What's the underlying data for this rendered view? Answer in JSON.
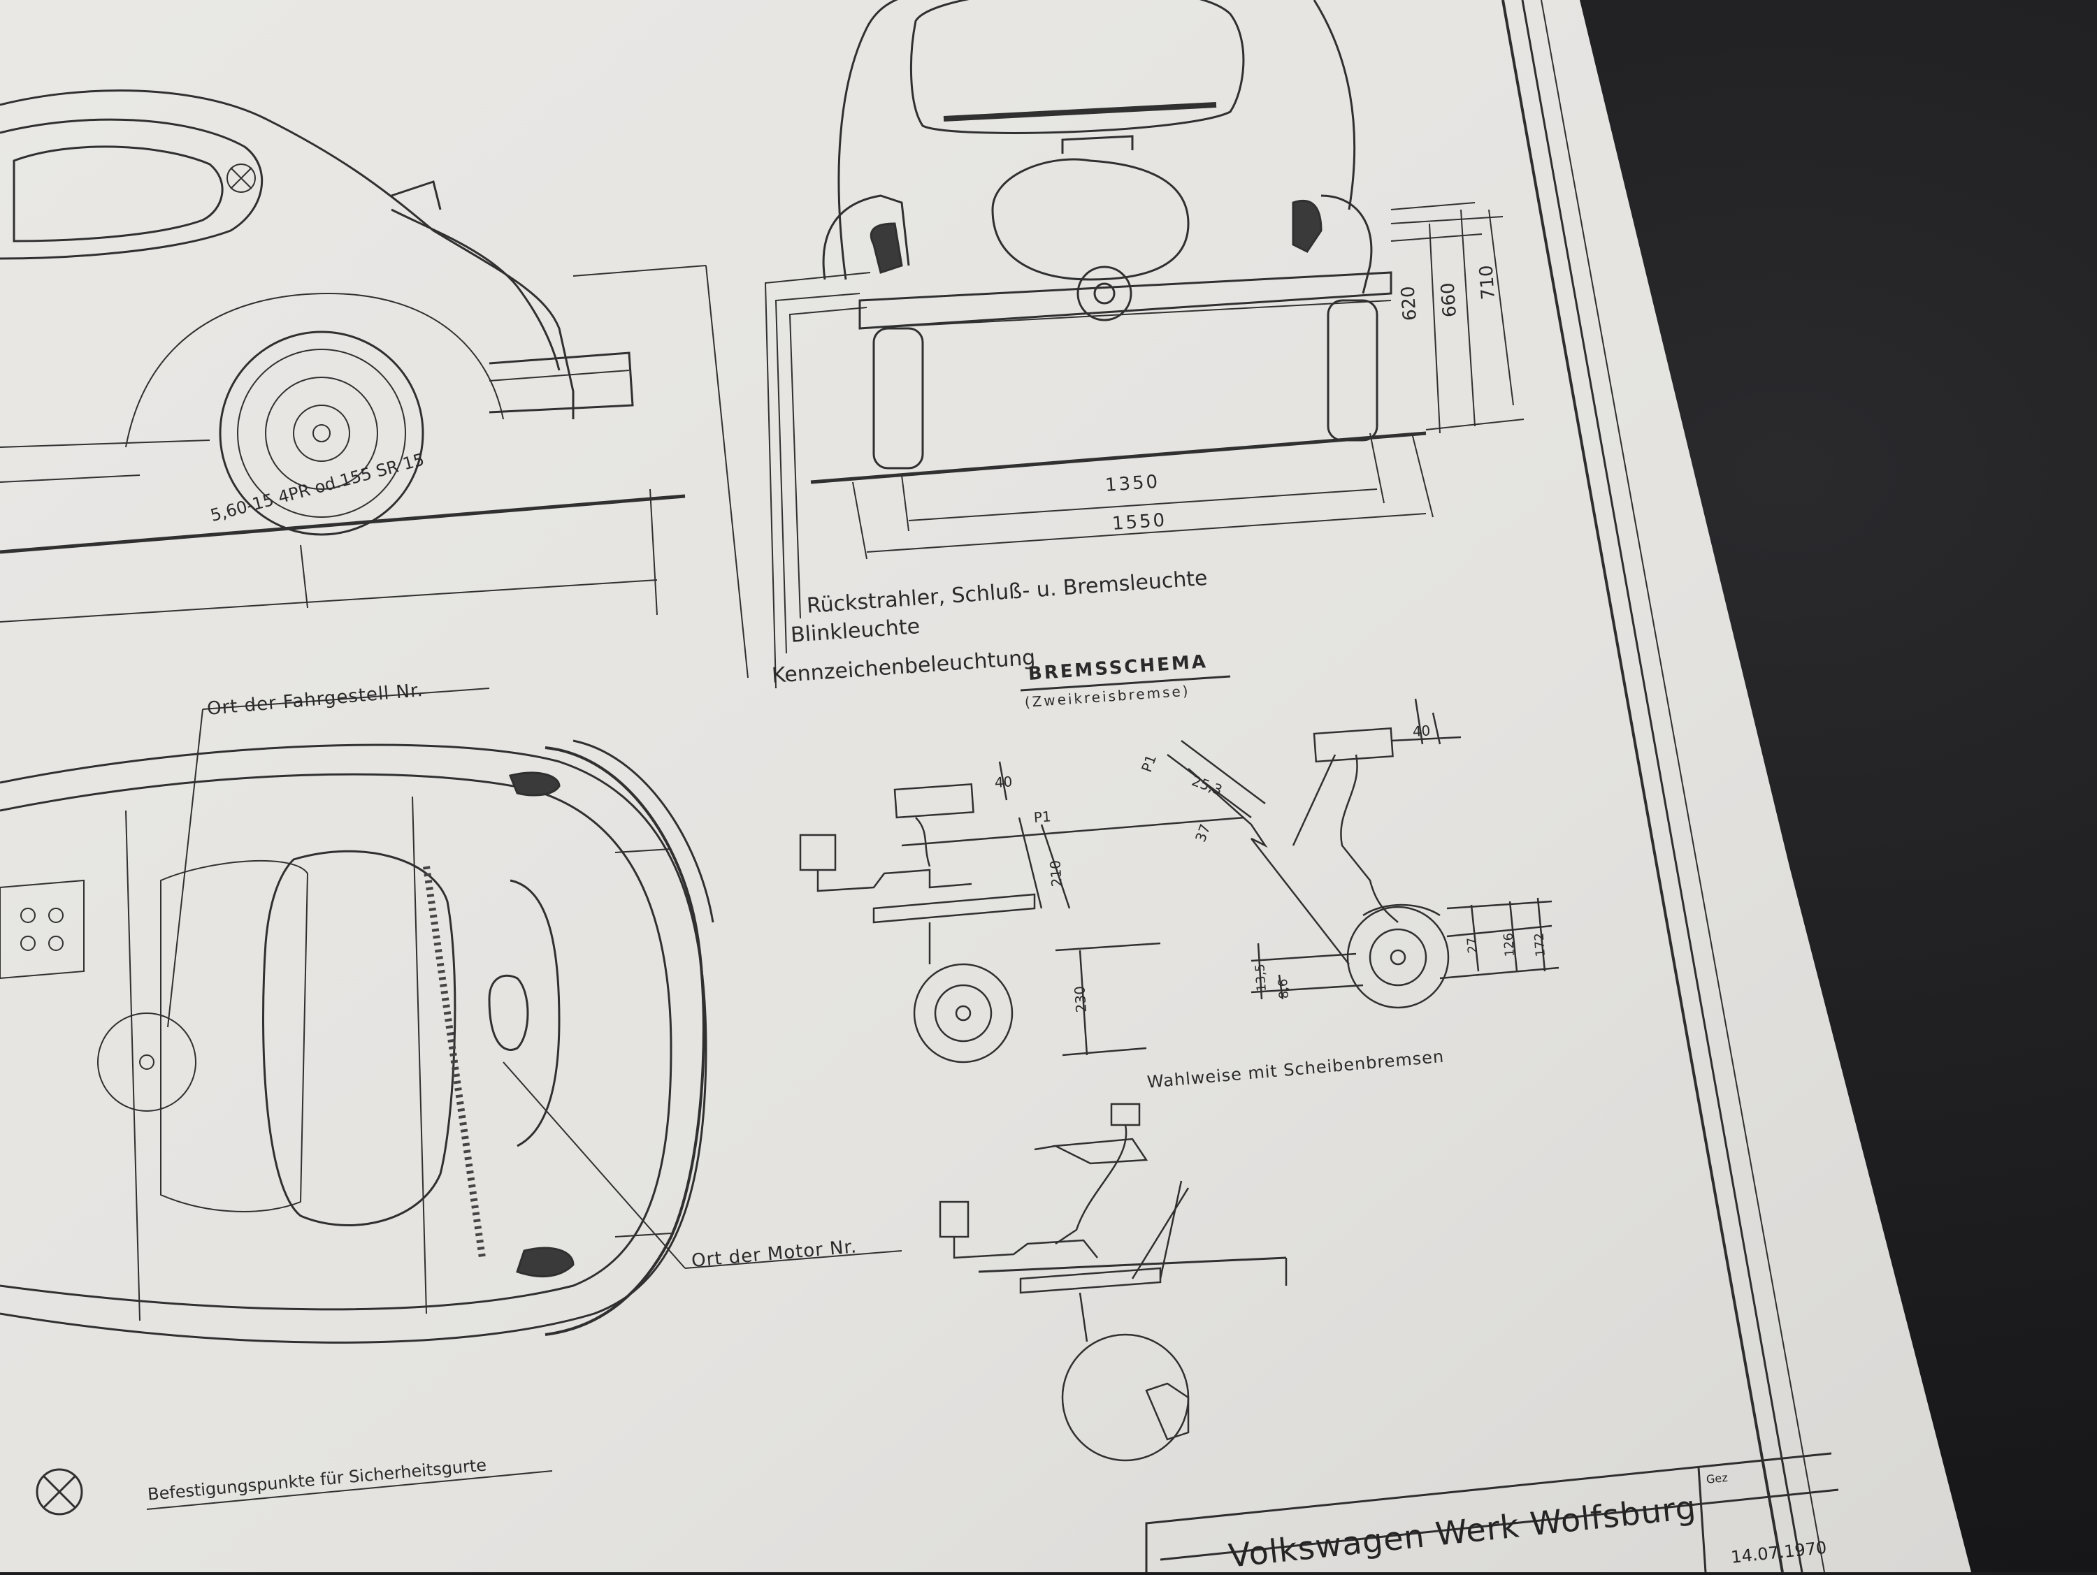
{
  "side_view": {
    "tire_label": "5,60-15 4PR od.155 SR 15"
  },
  "rear_view": {
    "dims": {
      "track_inner": "1350",
      "track_outer": "1550",
      "height_620": "620",
      "height_660": "660",
      "height_710": "710"
    },
    "callouts": {
      "reflector": "Rückstrahler, Schluß- u. Bremsleuchte",
      "indicator": "Blinkleuchte",
      "plate_light": "Kennzeichenbeleuchtung"
    }
  },
  "plan_view": {
    "chassis_no": "Ort der Fahrgestell Nr.",
    "engine_no": "Ort der Motor Nr."
  },
  "brake_schema": {
    "title": "BREMSSCHEMA",
    "subtitle": "(Zweikreisbremse)",
    "front": {
      "d40": "40",
      "p1": "P1",
      "d210": "210",
      "d230": "230"
    },
    "rear": {
      "d40": "40",
      "p1": "P1",
      "d253": "25,3",
      "d37": "37",
      "d27": "27",
      "d126": "126",
      "d172": "172",
      "d135": "13,5",
      "d86": "8,6"
    },
    "disc_option": "Wahlweise mit Scheibenbremsen"
  },
  "legend": {
    "seatbelt": "Befestigungspunkte für Sicherheitsgurte"
  },
  "title_block": {
    "company": "Volkswagen Werk Wolfsburg",
    "gez": "Gez",
    "date": "14.07.1970"
  },
  "colors": {
    "paper": "#e6e5e2",
    "ink": "#2e2e2e",
    "background": "#1c1c1e"
  }
}
